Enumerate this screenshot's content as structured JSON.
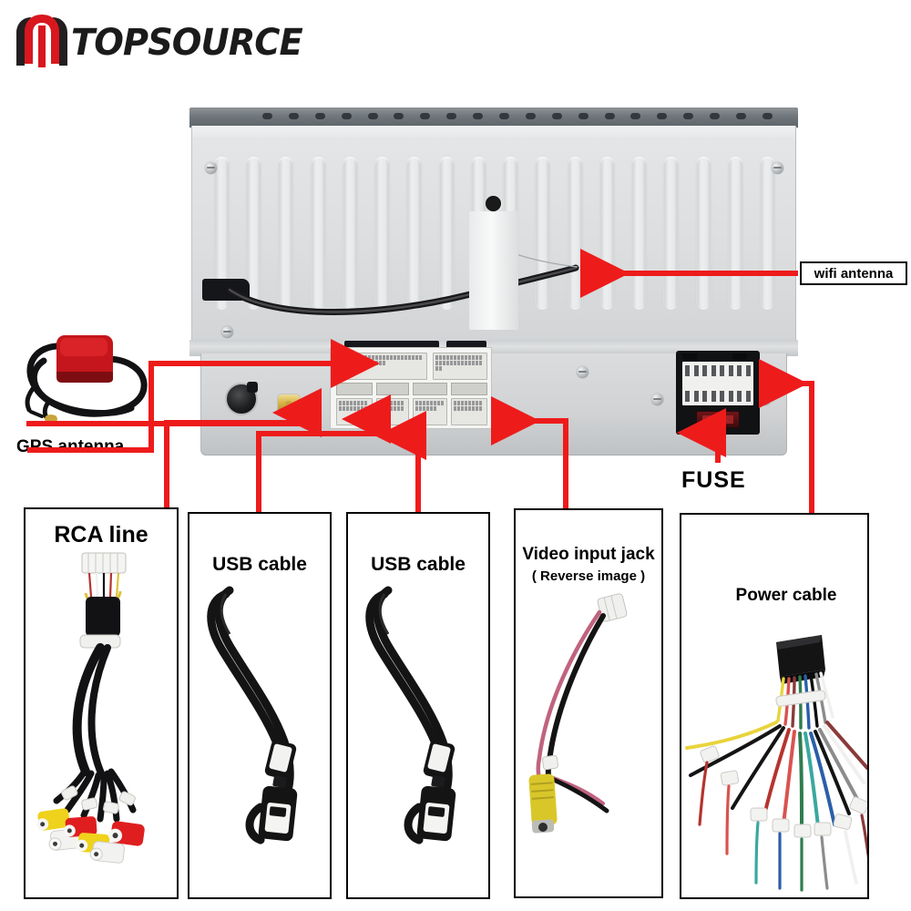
{
  "brand": {
    "name": "TOPSOURCE",
    "mark_icon": "topsource-m-logo-icon",
    "mark_color_primary": "#d8171e",
    "mark_color_secondary": "#231f20"
  },
  "diagram": {
    "subject": "car-stereo-head-unit-rear-panel",
    "accent_color": "#ee1b1b",
    "case_color": "#d8dadc",
    "callouts": [
      {
        "id": "wifi-antenna",
        "label": "wifi antenna",
        "boxed": true
      },
      {
        "id": "gps-antenna",
        "label": "GPS antenna",
        "boxed": false
      },
      {
        "id": "fuse",
        "label": "FUSE",
        "boxed": false
      }
    ],
    "unit": {
      "vent_count": 20,
      "rib_count": 18,
      "top_strip_color": "#6f767b",
      "connector_block_color": "#f4f4f2",
      "iso_block_color": "#111214",
      "fuse_color": "#9d2226",
      "gold_jack_color": "#d8b64a",
      "antenna_socket_color": "#1d1f21"
    }
  },
  "parts": [
    {
      "id": "rca-line",
      "title": "RCA line",
      "subtitle": "",
      "icon": "rca-harness-icon",
      "jack_colors": [
        "#f2d21a",
        "#f2f2f2",
        "#e01b1b",
        "#f2d21a",
        "#f2f2f2",
        "#e01b1b"
      ]
    },
    {
      "id": "usb-cable-1",
      "title": "USB cable",
      "subtitle": "",
      "icon": "usb-cable-icon",
      "cable_color": "#121212"
    },
    {
      "id": "usb-cable-2",
      "title": "USB cable",
      "subtitle": "",
      "icon": "usb-cable-icon",
      "cable_color": "#121212"
    },
    {
      "id": "video-input-jack",
      "title": "Video input jack",
      "subtitle": "( Reverse image )",
      "icon": "rca-video-jack-icon",
      "jack_color": "#e0d22a",
      "wire_colors": [
        "#c76b86",
        "#141414"
      ]
    },
    {
      "id": "power-cable",
      "title": "Power cable",
      "subtitle": "",
      "icon": "iso-power-harness-icon",
      "connector_color": "#141414",
      "wire_colors": [
        "#e8d43c",
        "#d9534f",
        "#8b3a3a",
        "#2f7d4f",
        "#2b5fa8",
        "#0f0f0f",
        "#8c8c8c",
        "#ffffff",
        "#3aa8a0",
        "#6b3fa0",
        "#c8752a",
        "#1f6f3f"
      ]
    }
  ]
}
